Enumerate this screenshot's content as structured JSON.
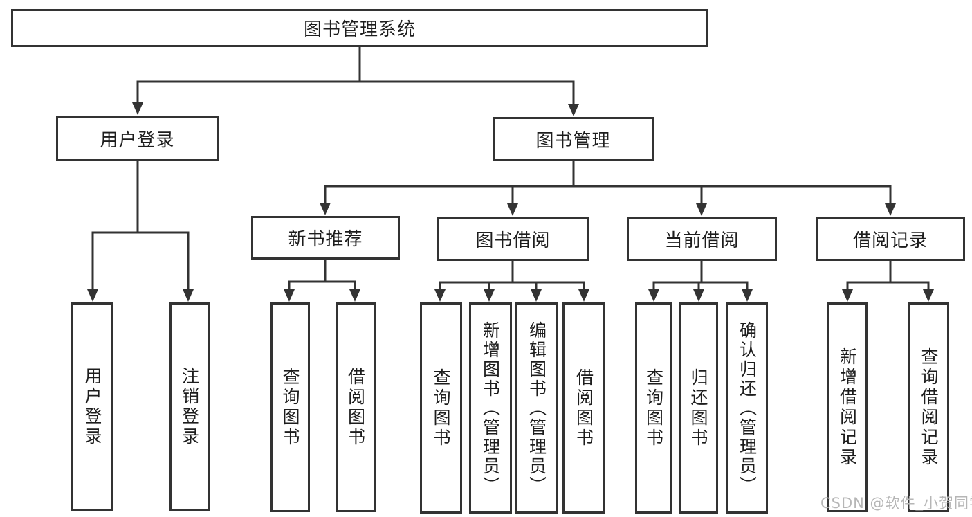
{
  "colors": {
    "line": "#333333",
    "box_border": "#333333",
    "box_fill": "#ffffff",
    "text": "#1d1d1d",
    "background": "#ffffff",
    "watermark": "#b6b6b6"
  },
  "tree": {
    "root": {
      "label": "图书管理系统",
      "children": [
        {
          "label": "用户登录",
          "children": [
            {
              "label": "用户登录"
            },
            {
              "label": "注销登录"
            }
          ]
        },
        {
          "label": "图书管理",
          "children": [
            {
              "label": "新书推荐",
              "children": [
                {
                  "label": "查询图书"
                },
                {
                  "label": "借阅图书"
                }
              ]
            },
            {
              "label": "图书借阅",
              "children": [
                {
                  "label": "查询图书"
                },
                {
                  "label": "新增图书（管理员）"
                },
                {
                  "label": "编辑图书（管理员）"
                },
                {
                  "label": "借阅图书"
                }
              ]
            },
            {
              "label": "当前借阅",
              "children": [
                {
                  "label": "查询图书"
                },
                {
                  "label": "归还图书"
                },
                {
                  "label": "确认归还（管理员）"
                }
              ]
            },
            {
              "label": "借阅记录",
              "children": [
                {
                  "label": "新增借阅记录"
                },
                {
                  "label": "查询借阅记录"
                }
              ]
            }
          ]
        }
      ]
    }
  },
  "watermark": {
    "text": "CSDN @软件_小贺同学"
  }
}
